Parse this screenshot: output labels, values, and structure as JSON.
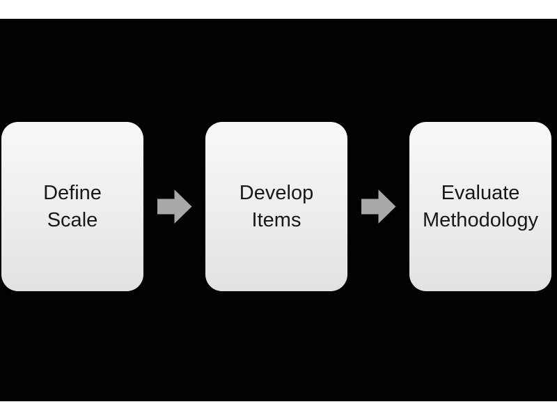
{
  "diagram": {
    "type": "process-flow",
    "steps": [
      {
        "lines": [
          "Define",
          "Scale"
        ]
      },
      {
        "lines": [
          "Develop",
          "Items"
        ]
      },
      {
        "lines": [
          "Evaluate",
          "Methodology"
        ]
      }
    ],
    "colors": {
      "background": "#020202",
      "box": "#eeeeee",
      "text": "#181818",
      "arrow": "#a8a8a8"
    }
  }
}
